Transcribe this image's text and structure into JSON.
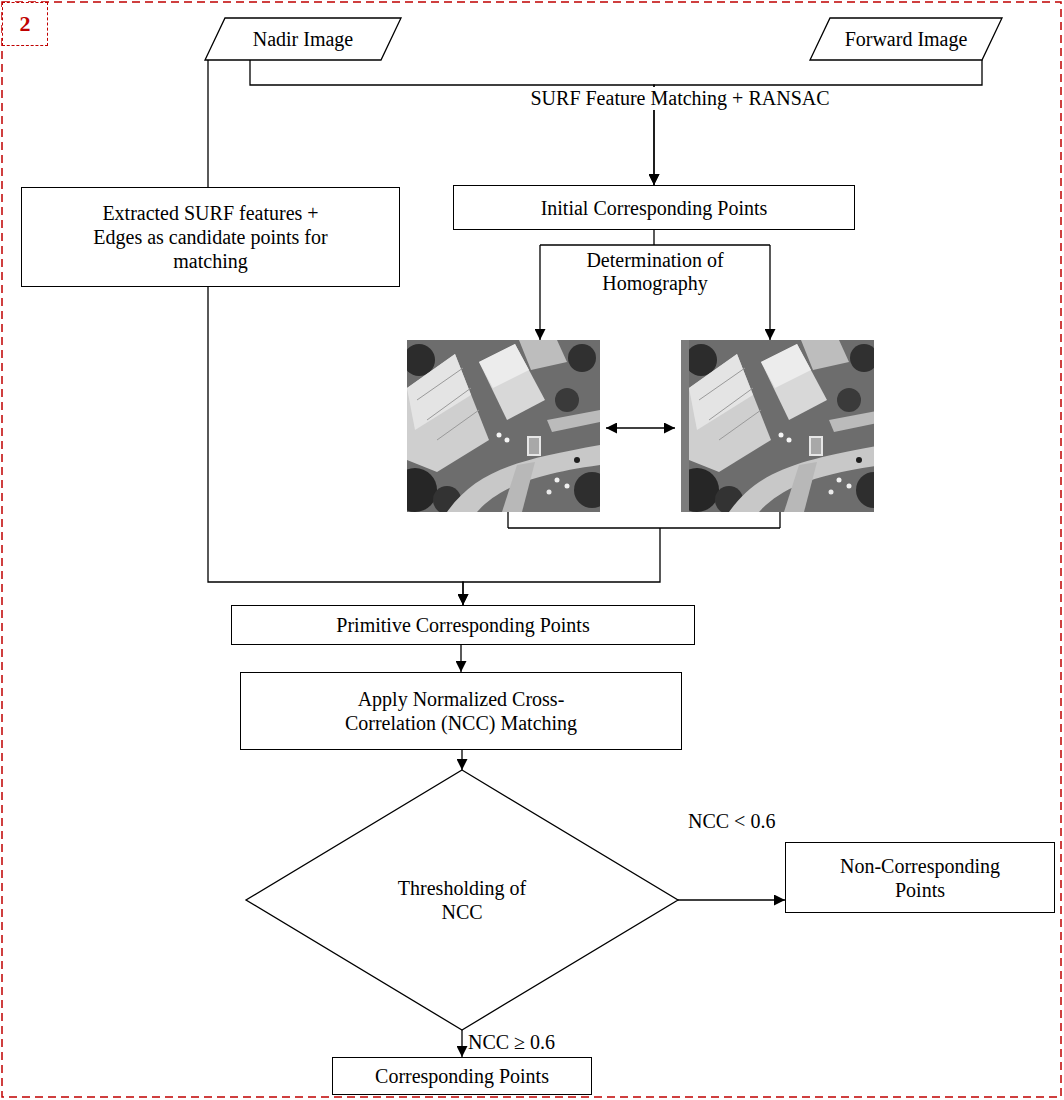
{
  "diagram": {
    "nodes": [
      {
        "text": [
          "2"
        ]
      },
      {
        "text": [
          "Nadir Image"
        ]
      },
      {
        "text": [
          "Forward Image"
        ]
      },
      {
        "text": [
          "Extracted SURF features + Edges as candidate points for matching"
        ]
      },
      {
        "text": [
          "Initial Corresponding Points"
        ]
      },
      {
        "text": [
          "Primitive Corresponding Points"
        ]
      },
      {
        "text": [
          "Apply Normalized Cross-Correlation (NCC) Matching"
        ]
      },
      {
        "text": [
          "Thresholding of NCC"
        ]
      },
      {
        "text": [
          "Non-Corresponding Points"
        ]
      },
      {
        "text": [
          "Corresponding Points"
        ]
      }
    ],
    "edges": [
      {
        "from": 1,
        "to": 3,
        "arrow": "none"
      },
      {
        "from": 1,
        "to": 4,
        "arrow": "to"
      },
      {
        "from": 2,
        "to": 4,
        "arrow": "to"
      },
      {
        "from": 4,
        "to": 5,
        "label": "Determination of Homography",
        "arrow": "to"
      },
      {
        "from": 3,
        "to": 5,
        "arrow": "to"
      },
      {
        "from": 5,
        "to": 6,
        "arrow": "to"
      },
      {
        "from": 6,
        "to": 7,
        "arrow": "to"
      },
      {
        "from": 7,
        "to": 8,
        "label": "NCC < 0.6",
        "arrow": "to"
      },
      {
        "from": 7,
        "to": 9,
        "label": "NCC ≥ 0.6",
        "arrow": "to"
      }
    ],
    "labels": [
      "SURF Feature Matching + RANSAC"
    ]
  }
}
